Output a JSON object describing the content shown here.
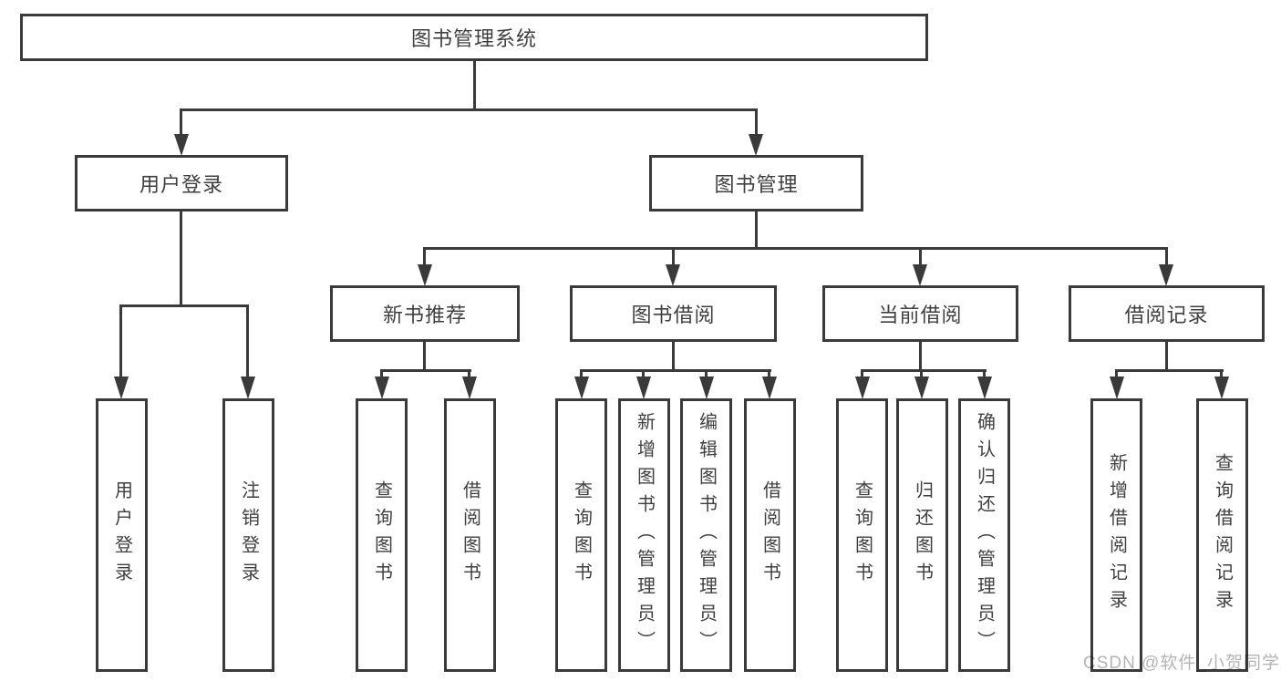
{
  "colors": {
    "line": "#3a3a3a",
    "text": "#3f3f3f",
    "watermark": "#b4b4b4"
  },
  "watermark": {
    "text": "CSDN @软件_小贺同学"
  },
  "tree": {
    "label": "图书管理系统",
    "children": [
      {
        "label": "用户登录",
        "children": [
          {
            "label": "用户登录"
          },
          {
            "label": "注销登录"
          }
        ]
      },
      {
        "label": "图书管理",
        "children": [
          {
            "label": "新书推荐",
            "children": [
              {
                "label": "查询图书"
              },
              {
                "label": "借阅图书"
              }
            ]
          },
          {
            "label": "图书借阅",
            "children": [
              {
                "label": "查询图书"
              },
              {
                "label": "新增图书（管理员）"
              },
              {
                "label": "编辑图书（管理员）"
              },
              {
                "label": "借阅图书"
              }
            ]
          },
          {
            "label": "当前借阅",
            "children": [
              {
                "label": "查询图书"
              },
              {
                "label": "归还图书"
              },
              {
                "label": "确认归还（管理员）"
              }
            ]
          },
          {
            "label": "借阅记录",
            "children": [
              {
                "label": "新增借阅记录"
              },
              {
                "label": "查询借阅记录"
              }
            ]
          }
        ]
      }
    ]
  }
}
